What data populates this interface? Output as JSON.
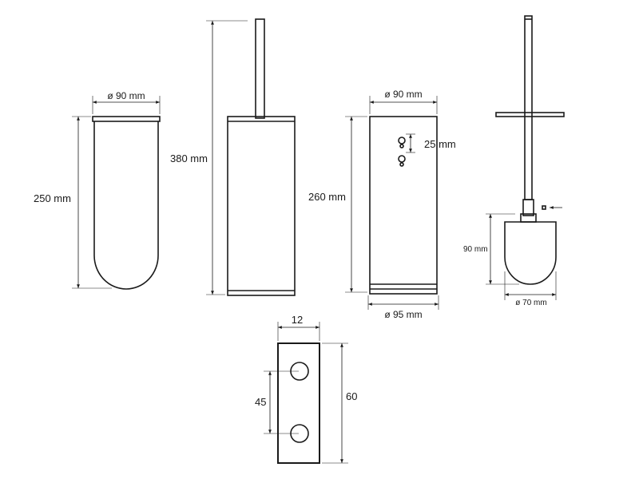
{
  "glass_insert": {
    "diameter_label": "ø 90 mm",
    "height_label": "250 mm"
  },
  "holder_with_brush": {
    "height_label": "380 mm"
  },
  "holder_back": {
    "diameter_top_label": "ø 90 mm",
    "diameter_bottom_label": "ø 95 mm",
    "height_label": "260 mm",
    "hole_spacing_label": "25 mm"
  },
  "brush": {
    "head_height_label": "90 mm",
    "head_diameter_label": "ø 70 mm"
  },
  "mounting_plate": {
    "width_label": "12",
    "hole_spacing_label": "45",
    "height_label": "60"
  }
}
